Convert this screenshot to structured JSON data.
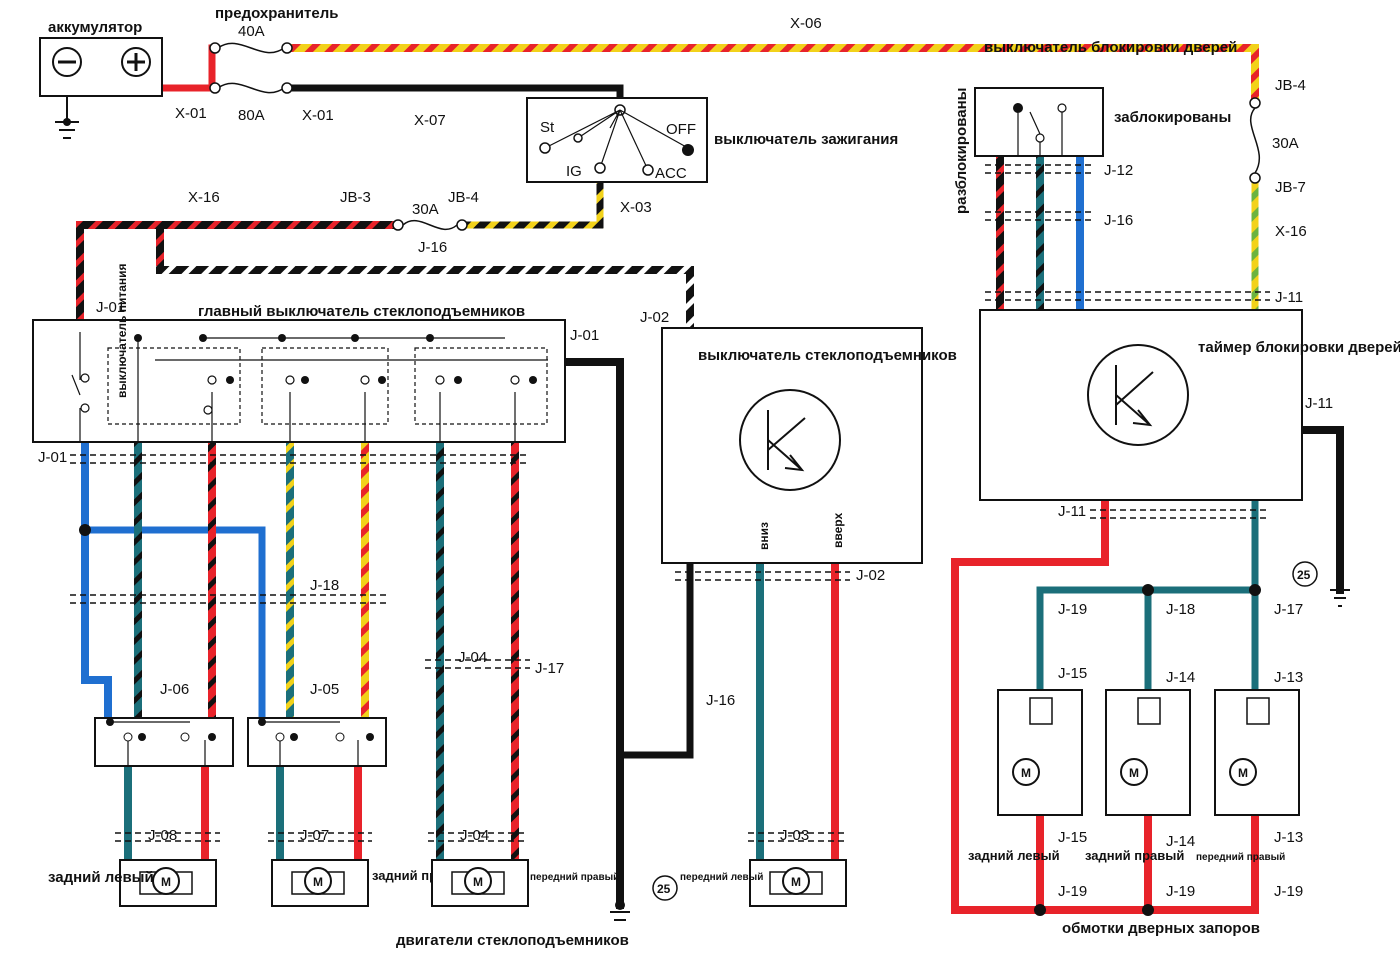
{
  "components": {
    "battery": "аккумулятор",
    "fuse": "предохранитель",
    "fuse_40a": "40A",
    "fuse_80a": "80A",
    "fuse_30a": "30A",
    "ignition_switch": "выключатель зажигания",
    "ign_st": "St",
    "ign_off": "OFF",
    "ign_ig": "IG",
    "ign_acc": "ACC",
    "main_window_switch": "главный выключатель стеклоподъемников",
    "power_switch": "выключатель питания",
    "window_switch": "выключатель стеклоподъемников",
    "down": "вниз",
    "up": "вверх",
    "door_lock_switch": "выключатель блокировки дверей",
    "unlocked": "разблокированы",
    "locked": "заблокированы",
    "lock_timer": "таймер блокировки дверей",
    "ground_ref": "25",
    "motor_symbol": "M"
  },
  "connectors": {
    "x01": "X-01",
    "x03": "X-03",
    "x06": "X-06",
    "x07": "X-07",
    "x16": "X-16",
    "jb3": "JB-3",
    "jb4": "JB-4",
    "jb7": "JB-7",
    "j01": "J-01",
    "j02": "J-02",
    "j03": "J-03",
    "j04": "J-04",
    "j05": "J-05",
    "j06": "J-06",
    "j07": "J-07",
    "j08": "J-08",
    "j11": "J-11",
    "j12": "J-12",
    "j13": "J-13",
    "j14": "J-14",
    "j15": "J-15",
    "j16": "J-16",
    "j17": "J-17",
    "j18": "J-18",
    "j19": "J-19"
  },
  "motors": {
    "rear_left": "задний левый",
    "rear_right": "задний правый",
    "front_right": "передний правый",
    "front_left": "передний левый",
    "group": "двигатели стеклоподъемников"
  },
  "locks": {
    "rear_left": "задний левый",
    "rear_right": "задний правый",
    "front_right": "передний правый",
    "group": "обмотки дверных запоров"
  },
  "colors": {
    "black": "#111111",
    "red": "#e8232a",
    "blue": "#1f6fd0",
    "teal": "#1b6f7a",
    "yellow": "#f2d21a",
    "green": "#6cb33f",
    "white": "#ffffff"
  }
}
